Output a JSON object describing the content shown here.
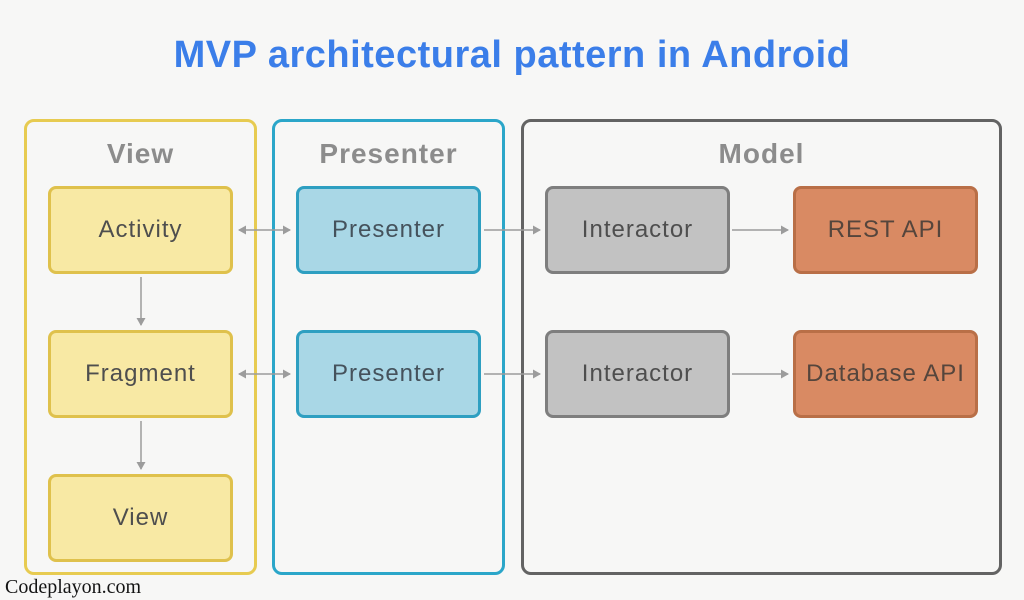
{
  "title": "MVP architectural pattern in Android",
  "watermark": "Codeplayon.com",
  "colors": {
    "background": "#f7f7f6",
    "title_blue": "#3b7ee9",
    "view_container_border": "#e7cb51",
    "view_box_fill": "#f8e9a4",
    "view_box_border": "#dfc14c",
    "presenter_container_border": "#2ba6c9",
    "presenter_box_fill": "#a9d7e6",
    "presenter_box_border": "#2e9fc1",
    "model_container_border": "#636363",
    "interactor_box_fill": "#c2c2c2",
    "interactor_box_border": "#7e7e7e",
    "api_box_fill": "#d98a63",
    "api_box_border": "#b96f47",
    "arrow_gray": "#9c9c9c",
    "header_gray": "#8c8c8c",
    "label_dark": "#4e4e4e"
  },
  "diagram": {
    "view_column": {
      "header": "View",
      "boxes": [
        {
          "label": "Activity"
        },
        {
          "label": "Fragment"
        },
        {
          "label": "View"
        }
      ]
    },
    "presenter_column": {
      "header": "Presenter",
      "boxes": [
        {
          "label": "Presenter"
        },
        {
          "label": "Presenter"
        }
      ]
    },
    "model_column": {
      "header": "Model",
      "boxes": [
        {
          "label": "Interactor"
        },
        {
          "label": "REST API"
        },
        {
          "label": "Interactor"
        },
        {
          "label": "Database API"
        }
      ]
    },
    "edges": [
      {
        "from": "Activity",
        "to": "Presenter (top)",
        "direction": "bidirectional"
      },
      {
        "from": "Presenter (top)",
        "to": "Interactor (top)",
        "direction": "forward"
      },
      {
        "from": "Interactor (top)",
        "to": "REST API",
        "direction": "forward"
      },
      {
        "from": "Activity",
        "to": "Fragment",
        "direction": "forward"
      },
      {
        "from": "Fragment",
        "to": "Presenter (bottom)",
        "direction": "bidirectional"
      },
      {
        "from": "Presenter (bottom)",
        "to": "Interactor (bottom)",
        "direction": "forward"
      },
      {
        "from": "Interactor (bottom)",
        "to": "Database API",
        "direction": "forward"
      },
      {
        "from": "Fragment",
        "to": "View",
        "direction": "forward"
      }
    ]
  }
}
